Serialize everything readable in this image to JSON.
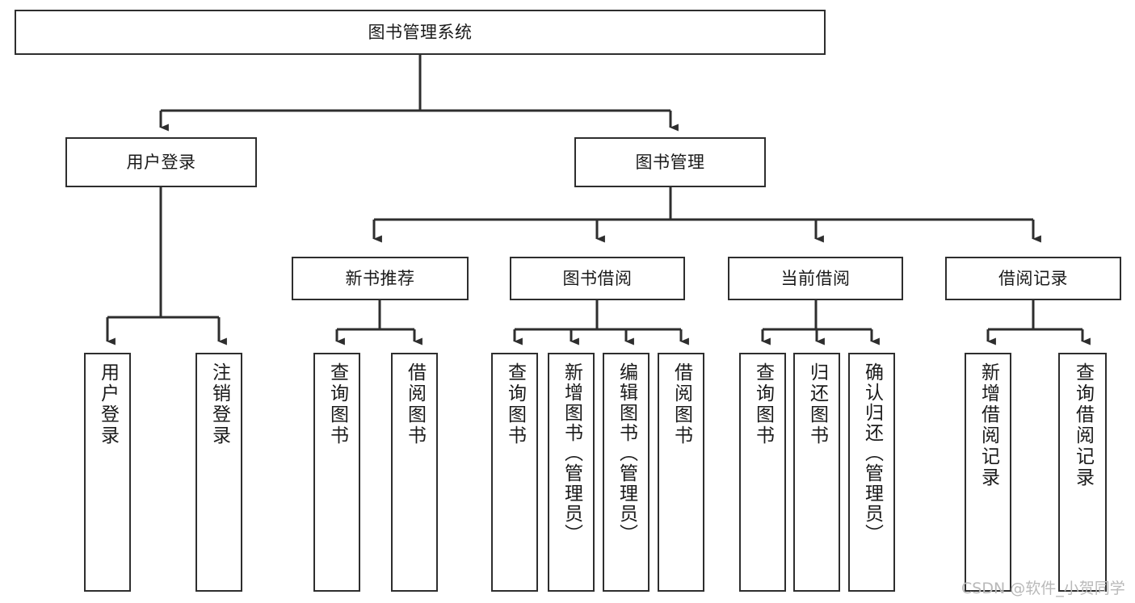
{
  "diagram": {
    "title": "图书管理系统",
    "type": "tree",
    "colors": {
      "stroke": "#2e2e2e",
      "fill": "#ffffff",
      "text": "#1a1a1a",
      "watermark": "#b9b9b9"
    },
    "root": {
      "label": "图书管理系统"
    },
    "level2": [
      {
        "label": "用户登录"
      },
      {
        "label": "图书管理"
      }
    ],
    "level3": [
      {
        "label": "新书推荐"
      },
      {
        "label": "图书借阅"
      },
      {
        "label": "当前借阅"
      },
      {
        "label": "借阅记录"
      }
    ],
    "leaves": {
      "user_login": [
        {
          "label": "用户登录"
        },
        {
          "label": "注销登录"
        }
      ],
      "new_book": [
        {
          "label": "查询图书"
        },
        {
          "label": "借阅图书"
        }
      ],
      "book_borrow": [
        {
          "label": "查询图书"
        },
        {
          "label": "新增图书（管理员）"
        },
        {
          "label": "编辑图书（管理员）"
        },
        {
          "label": "借阅图书"
        }
      ],
      "current_borrow": [
        {
          "label": "查询图书"
        },
        {
          "label": "归还图书"
        },
        {
          "label": "确认归还（管理员）"
        }
      ],
      "borrow_record": [
        {
          "label": "新增借阅记录"
        },
        {
          "label": "查询借阅记录"
        }
      ]
    }
  },
  "watermark": {
    "text": "CSDN @软件_小贺同学"
  }
}
